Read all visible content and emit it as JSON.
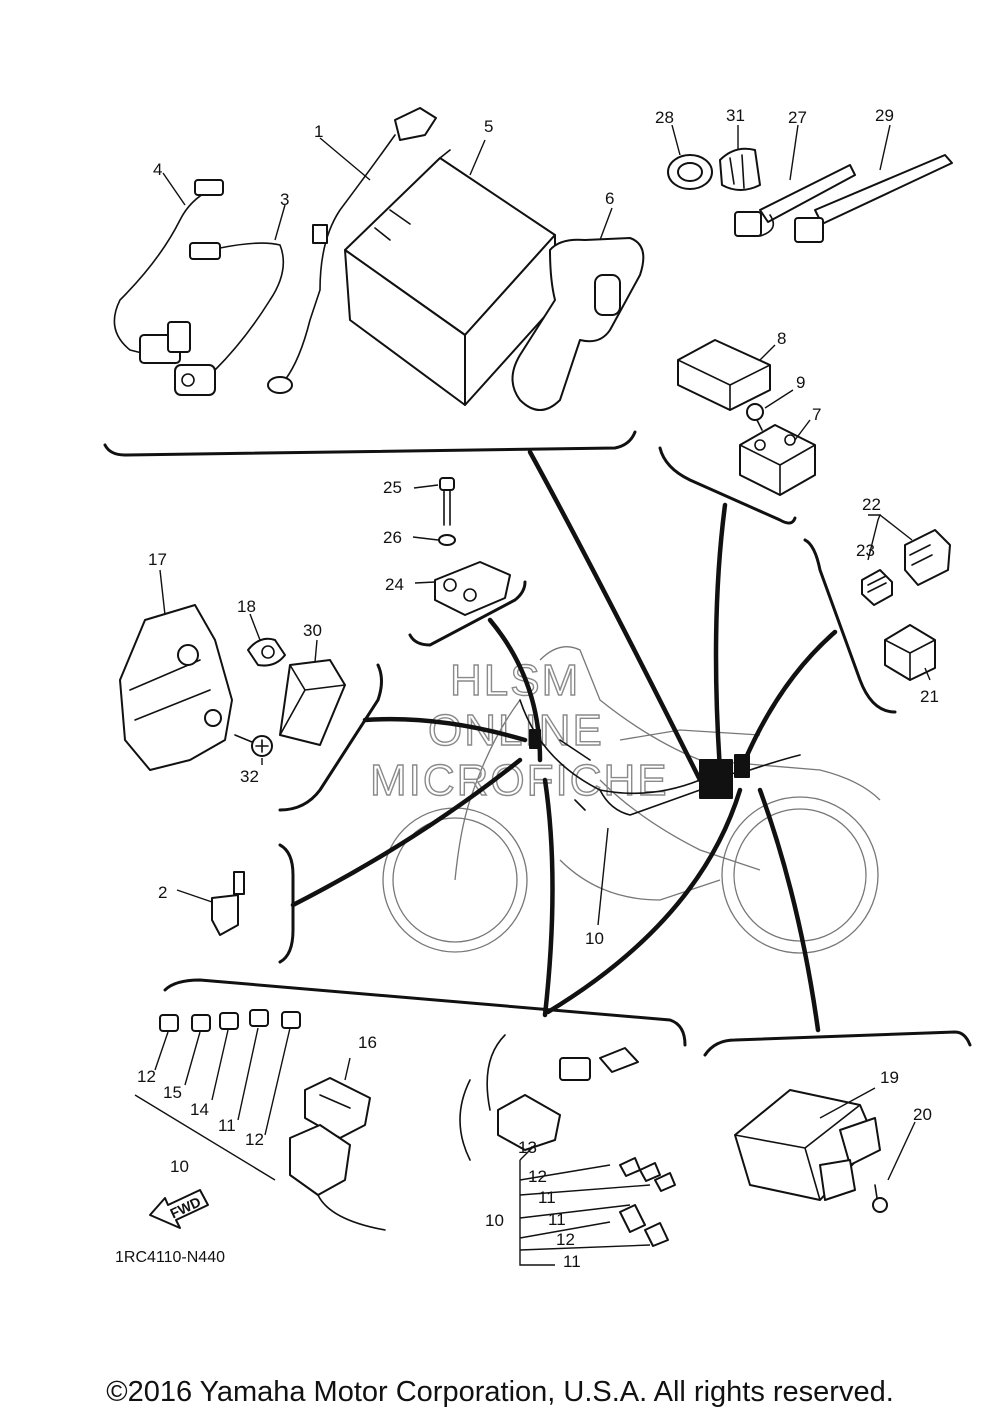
{
  "watermark": {
    "line1": "HLSM",
    "line2": "ONLINE",
    "line3": "MICROFICHE"
  },
  "diagram_code": "1RC4110-N440",
  "fwd_label": "FWD",
  "copyright": "©2016 Yamaha Motor Corporation, U.S.A. All rights reserved.",
  "callouts": {
    "c1": "1",
    "c2": "2",
    "c3": "3",
    "c4": "4",
    "c5": "5",
    "c6": "6",
    "c7": "7",
    "c8": "8",
    "c9": "9",
    "c10a": "10",
    "c10b": "10",
    "c10c": "10",
    "c11a": "11",
    "c11b": "11",
    "c11c": "11",
    "c11d": "11",
    "c12a": "12",
    "c12b": "12",
    "c12c": "12",
    "c12d": "12",
    "c13": "13",
    "c14": "14",
    "c15": "15",
    "c16": "16",
    "c17": "17",
    "c18": "18",
    "c19": "19",
    "c20": "20",
    "c21": "21",
    "c22": "22",
    "c23": "23",
    "c24": "24",
    "c25": "25",
    "c26": "26",
    "c27": "27",
    "c28": "28",
    "c29": "29",
    "c30": "30",
    "c31": "31",
    "c32": "32"
  }
}
